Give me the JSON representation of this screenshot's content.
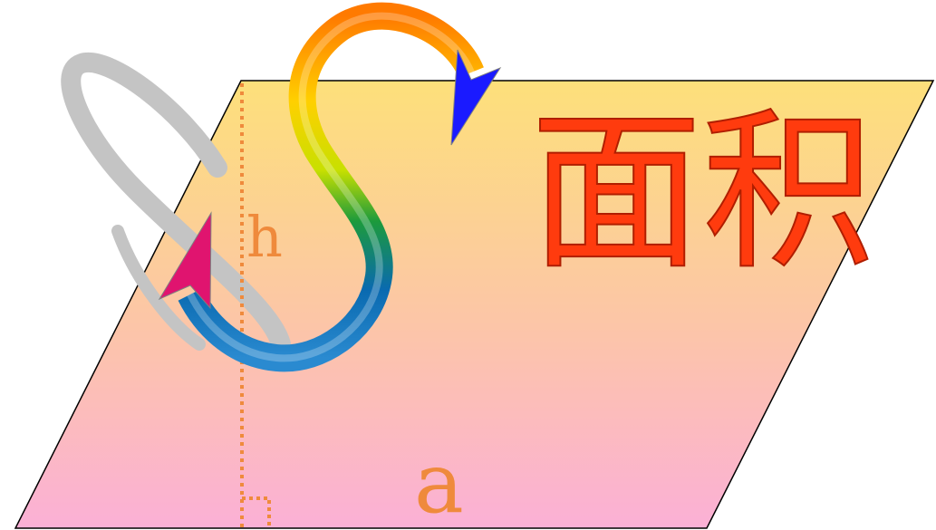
{
  "diagram": {
    "title": "面积",
    "height_label": "h",
    "base_label": "a",
    "symbol_letter": "S"
  },
  "colors": {
    "parallelogram_top": "#fde07a",
    "parallelogram_bottom": "#fbb0d6",
    "outline": "#000000",
    "height_line": "#ef8a3c",
    "label_color": "#ef8a3c",
    "title_fill": "#ff3b0e",
    "title_stroke": "#b01e00",
    "shadow_gray": "#bfbfbf"
  }
}
